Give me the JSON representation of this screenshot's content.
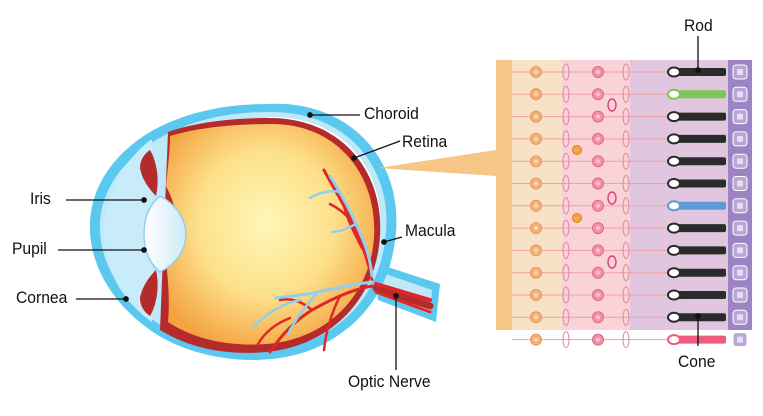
{
  "labels": {
    "iris": "Iris",
    "pupil": "Pupil",
    "cornea": "Cornea",
    "choroid": "Choroid",
    "retina": "Retina",
    "macula": "Macula",
    "optic_nerve": "Optic Nerve",
    "rod": "Rod",
    "cone": "Cone"
  },
  "photoreceptors": [
    "rod",
    "cone",
    "rod",
    "rod",
    "rod",
    "rod",
    "cone",
    "rod",
    "rod",
    "rod",
    "rod",
    "rod",
    "cone"
  ],
  "colors": {
    "sclera_outer": "#5bc8f0",
    "sclera_inner": "#bfe8f8",
    "choroid": "#b52a2a",
    "vitreous_center": "#fff5b0",
    "vitreous_edge": "#f5a540",
    "artery": "#e0262a",
    "vein": "#8fd0ee",
    "lens": "#d8f0fb",
    "cone_green": "#7cc657",
    "cone_blue": "#5f9ad6",
    "cone_red": "#ef5b7c",
    "rod_dark": "#2b2b2b",
    "epithelium": "#9c84c2"
  }
}
